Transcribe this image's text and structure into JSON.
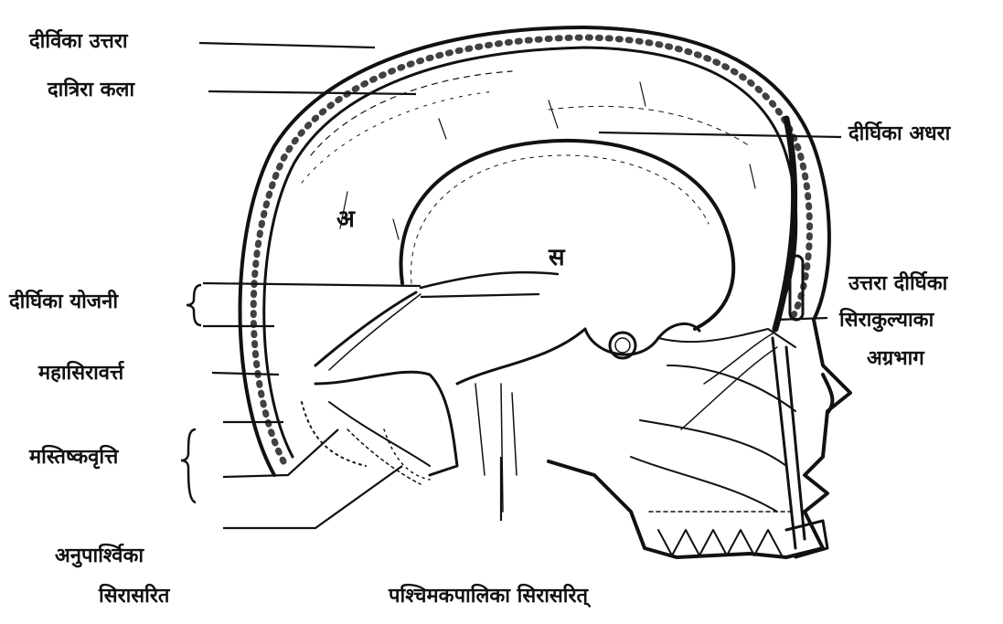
{
  "figure": {
    "labels": {
      "dirghika_uttara": "दीर्विका उत्तरा",
      "datrikra_kala": "दात्रिरा कला",
      "dirghika_adhara": "दीर्घिका अधरा",
      "dirghika_yojani": "दीर्घिका योजनी",
      "uttara_dirghika_1": "उत्तरा दीर्घिका",
      "uttara_dirghika_2": "सिराकुल्याका",
      "uttara_dirghika_3": "अग्रभाग",
      "mahasiravartta": "महासिरावर्त्त",
      "mastishkavritti": "मस्तिष्कवृत्ति",
      "anuparshvika_1": "अनुपार्श्विका",
      "anuparshvika_2": "सिरासरित",
      "pashchimakapalika": "पश्चिमकपालिका सिरासरित्"
    },
    "marks": {
      "mark_a": "अ",
      "mark_b": "स"
    },
    "colors": {
      "ink": "#111111",
      "paper": "#ffffff"
    }
  }
}
